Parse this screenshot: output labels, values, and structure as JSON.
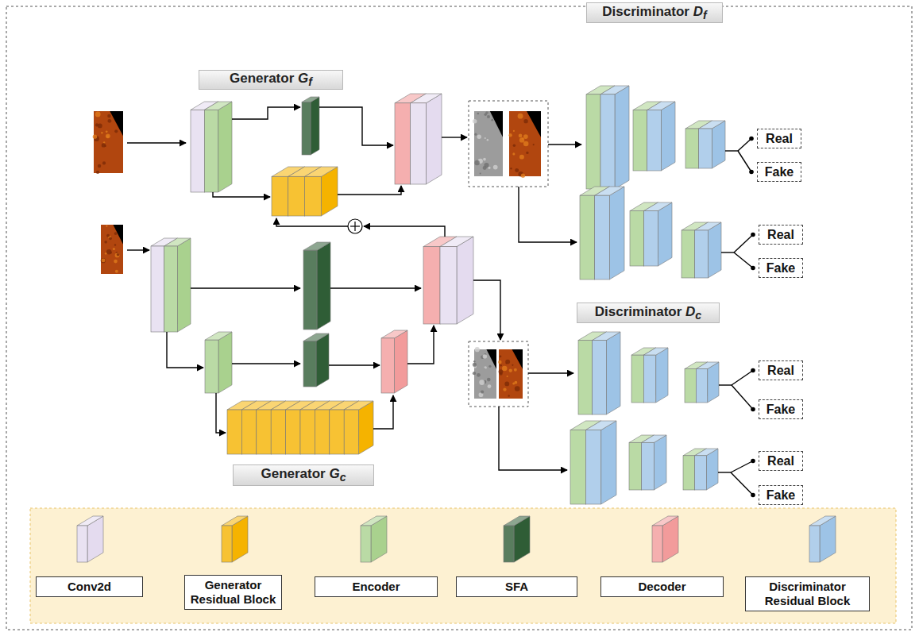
{
  "diagram": {
    "nodes": [
      {
        "text": [
          "Generator Gf"
        ]
      },
      {
        "text": [
          "Discriminator Df"
        ]
      },
      {
        "text": [
          "Real"
        ]
      },
      {
        "text": [
          "Fake"
        ]
      },
      {
        "text": [
          "Real"
        ]
      },
      {
        "text": [
          "Fake"
        ]
      },
      {
        "text": [
          "Discriminator Dc"
        ]
      },
      {
        "text": [
          "Real"
        ]
      },
      {
        "text": [
          "Fake"
        ]
      },
      {
        "text": [
          "Real"
        ]
      },
      {
        "text": [
          "Fake"
        ]
      },
      {
        "text": [
          "Generator Gc"
        ]
      }
    ],
    "legend": [
      {
        "text": "Conv2d",
        "color": "#e4dbef"
      },
      {
        "text": "Generator Residual Block",
        "color": "#f5b300"
      },
      {
        "text": "Encoder",
        "color": "#a9d18e"
      },
      {
        "text": "SFA",
        "color": "#2f5d36"
      },
      {
        "text": "Decoder",
        "color": "#f29b9b"
      },
      {
        "text": "Discriminator Residual Block",
        "color": "#9dc3e6"
      }
    ]
  }
}
